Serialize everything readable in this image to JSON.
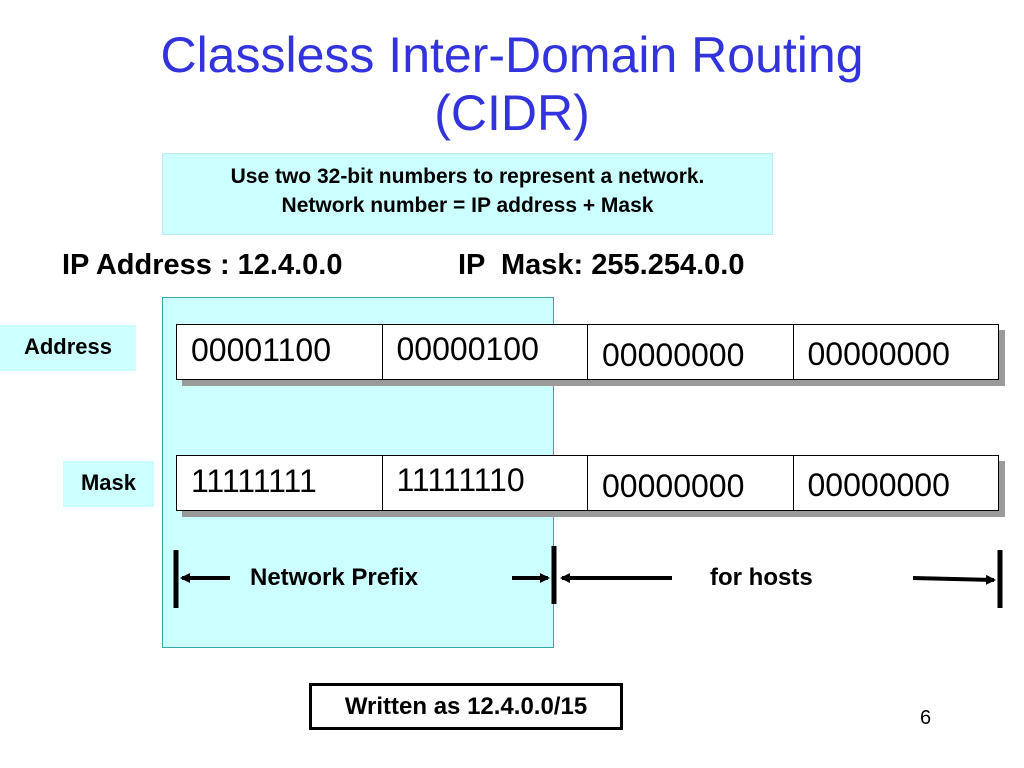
{
  "title": {
    "line1": "Classless Inter-Domain Routing",
    "line2": "(CIDR)"
  },
  "callout": {
    "line1": "Use two 32-bit numbers to represent a network.",
    "line2": "Network number = IP address + Mask"
  },
  "ip_address": "IP Address : 12.4.0.0",
  "ip_mask": "IP  Mask: 255.254.0.0",
  "address_row": {
    "label": "Address",
    "bytes": [
      "00001100",
      "00000100",
      "00000000",
      "00000000"
    ]
  },
  "mask_row": {
    "label": "Mask",
    "bytes": [
      "11111111",
      "11111110",
      "00000000",
      "00000000"
    ]
  },
  "network_prefix_label": "Network Prefix",
  "hosts_label": "for hosts",
  "written_as": "Written as 12.4.0.0/15",
  "page_number": "6",
  "colors": {
    "title": "#3333dd",
    "highlight": "#ccffff"
  }
}
